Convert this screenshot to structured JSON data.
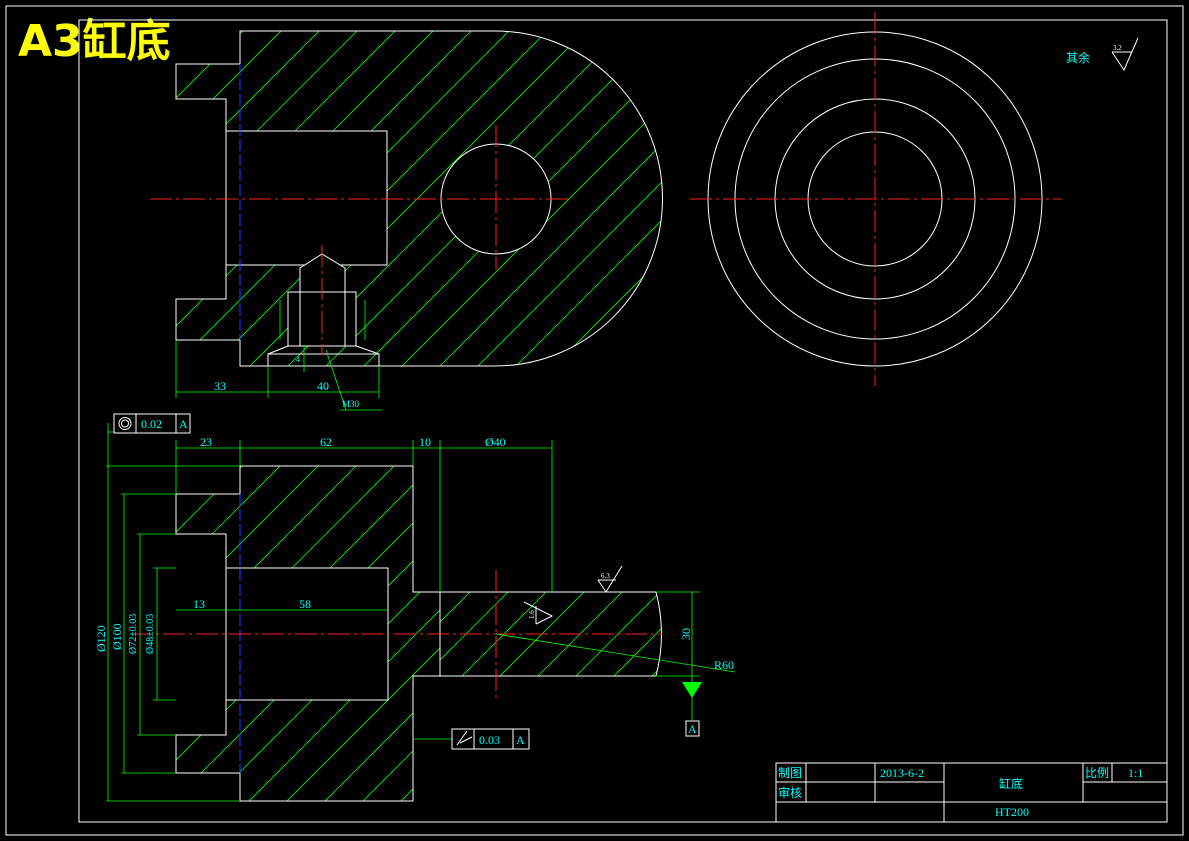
{
  "sheet": {
    "title": "A3缸底"
  },
  "top_view": {
    "dims": {
      "d33": "33",
      "d40": "40",
      "thread": "M30",
      "small": "4"
    }
  },
  "front_view": {
    "dims": {
      "d23": "23",
      "d62": "62",
      "d10": "10",
      "d40": "Ø40",
      "d13": "13",
      "d58": "58",
      "d30": "30",
      "r60": "R60",
      "dia120": "Ø120",
      "dia100": "Ø100",
      "dia72": "Ø72±0.03",
      "dia48": "Ø48±0.03"
    },
    "tolerances": {
      "concentricity": {
        "value": "0.02",
        "datum": "A"
      },
      "runout": {
        "value": "0.03",
        "datum": "A"
      }
    },
    "datum_label": "A",
    "roughness": {
      "general": "其余",
      "general_value": "3.2",
      "face": "6.3",
      "bore": "1.6"
    }
  },
  "title_block": {
    "drawn_label": "制图",
    "check_label": "审核",
    "date": "2013-6-2",
    "part_name": "缸底",
    "material": "HT200",
    "scale_label": "比例",
    "scale_value": "1:1"
  },
  "colors": {
    "outline": "#ffffff",
    "hatch": "#00ff00",
    "centerline": "#ff2020",
    "dimension_text": "#00ffff",
    "title": "#ffff00"
  }
}
